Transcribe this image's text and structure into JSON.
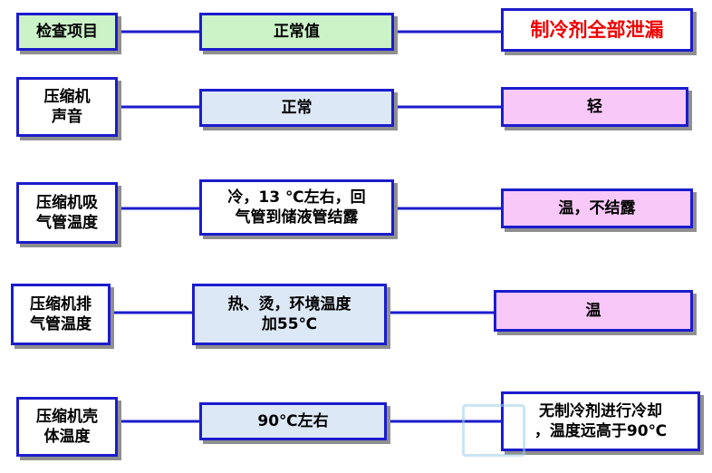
{
  "header": {
    "item": "检查项目",
    "normal": "正常值",
    "fault": "制冷剂全部泄漏"
  },
  "rows": [
    {
      "item_line1": "压缩机",
      "item_line2": "声音",
      "normal_line1": "正常",
      "normal_line2": "",
      "fault_line1": "轻",
      "fault_line2": ""
    },
    {
      "item_line1": "压缩机吸",
      "item_line2": "气管温度",
      "normal_line1": "冷，13 ℃左右，回",
      "normal_line2": "气管到储液管结露",
      "fault_line1": "温，不结露",
      "fault_line2": ""
    },
    {
      "item_line1": "压缩机排",
      "item_line2": "气管温度",
      "normal_line1": "热、烫，环境温度",
      "normal_line2": "加55℃",
      "fault_line1": "温",
      "fault_line2": ""
    },
    {
      "item_line1": "压缩机壳",
      "item_line2": "体温度",
      "normal_line1": "90℃左右",
      "normal_line2": "",
      "fault_line1": "无制冷剂进行冷却",
      "fault_line2": "，温度远高于90℃"
    }
  ],
  "colors": {
    "border": "#1c1ccc",
    "connector": "#1c1ccc",
    "header_green": "#ccf2c8",
    "normal_blue": "#dde8f6",
    "fault_pink": "#f8c8f8",
    "fault_title_red": "#ee0000"
  },
  "watermark": {
    "icon": "book-logo-icon"
  }
}
